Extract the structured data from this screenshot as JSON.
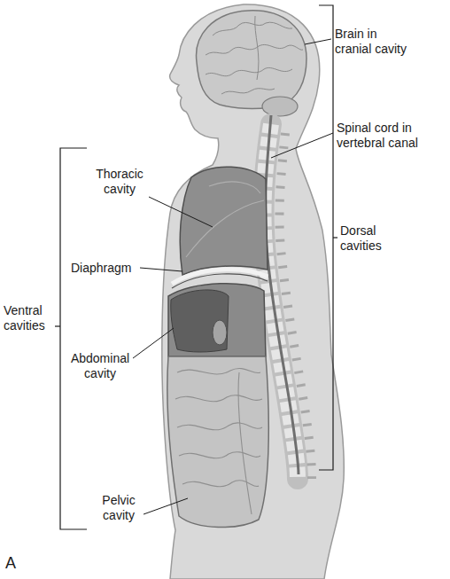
{
  "diagram": {
    "labels": [
      "Brain in cranial cavity",
      "Spinal cord in vertebral canal",
      "Thoracic cavity",
      "Dorsal cavities",
      "Diaphragm",
      "Ventral cavities",
      "Abdominal cavity",
      "Pelvic cavity",
      "A"
    ]
  }
}
